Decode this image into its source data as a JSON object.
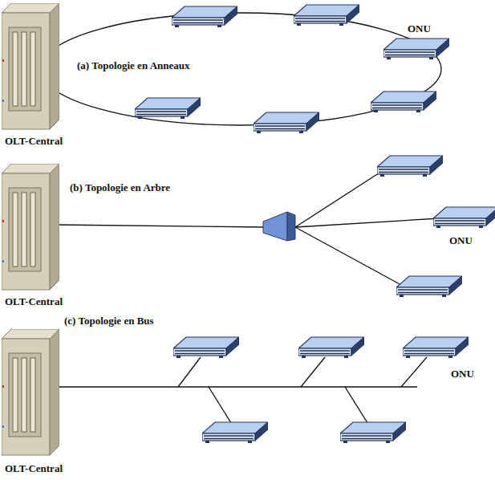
{
  "diagram": {
    "nodes": [
      {
        "text": [
          "OLT-Central"
        ]
      },
      {
        "text": [
          "ONU"
        ]
      },
      {
        "text": [
          "OLT-Central"
        ]
      },
      {
        "text": [
          "ONU"
        ]
      },
      {
        "text": [
          "OLT-Central"
        ]
      },
      {
        "text": [
          "ONU"
        ]
      }
    ],
    "labels": [
      "(a) Topologie en Anneaux",
      "(b) Topologie en Arbre",
      "(c) Topologie en Bus"
    ]
  }
}
